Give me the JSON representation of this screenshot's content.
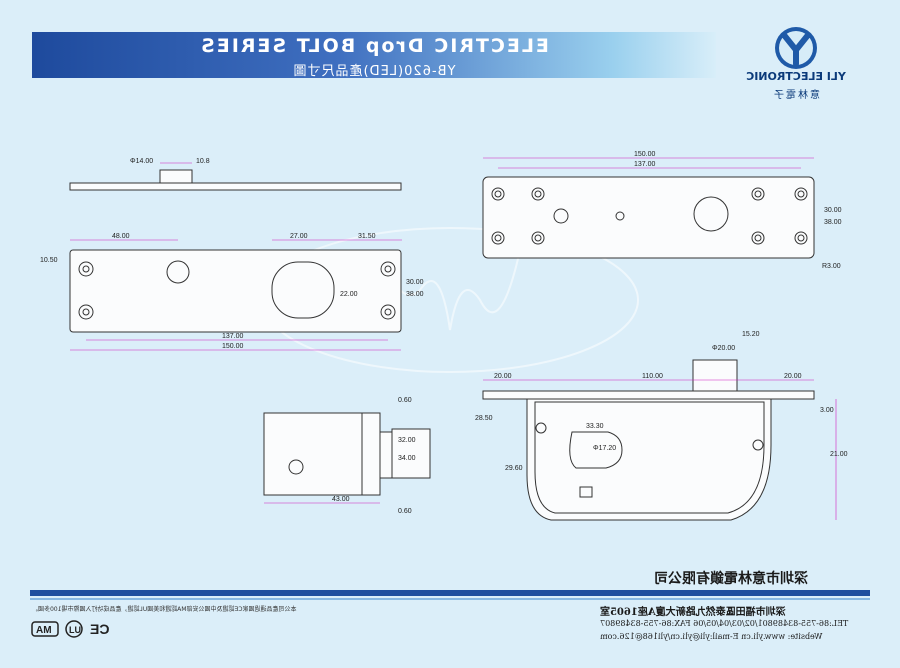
{
  "header": {
    "title": "ELECTRIC Drop BOLT SERIES",
    "subtitle": "YB-620(LED)產品尺寸圖"
  },
  "logo": {
    "brand": "YLI ELECTRONIC",
    "brand_cn": "意林電子"
  },
  "dimensions": {
    "top_view": {
      "d1": "Φ14.00",
      "d2": "10.8"
    },
    "front_plate": {
      "d48": "48.00",
      "d27": "27.00",
      "d31": "31.50",
      "d137": "137.00",
      "d150": "150.00",
      "d10": "10.50",
      "d22": "22.00",
      "d30": "30.00",
      "d38": "38.00"
    },
    "side_view": {
      "d43": "43.00",
      "d32": "32.00",
      "d34": "34.00",
      "d0a": "0.60",
      "d0b": "0.60"
    },
    "right_plate": {
      "d150": "150.00",
      "d137": "137.00",
      "d30": "30.00",
      "d38": "38.00",
      "dk": "R3.00"
    },
    "bracket": {
      "d20a": "20.00",
      "d110": "110.00",
      "d20b": "20.00",
      "d1": "Φ20.00",
      "d15": "15.20",
      "d3": "3.00",
      "d21": "21.00",
      "d29": "29.60",
      "d33": "33.30",
      "d17": "Φ17.20",
      "d28": "28.50"
    }
  },
  "footer": {
    "company": "深圳市意林電鎖有限公司",
    "address": "深圳市福田區泰然九路新大廈A座1605室",
    "tel": "TEL:86-755-83489801/02/03/04/05/06   FAX:86-755-83489807",
    "contact": "Website: www.yli.cn   E-mail:yli@yli.cn/yli168@126.com",
    "notice": "本公司產品通過國家CE認證及中國公安部MA認證和美國UL認證，產品成功打入國際市場100多國。"
  },
  "colors": {
    "accent": "#1e4a9d",
    "dimension": "#d01fbf",
    "line": "#333333"
  }
}
